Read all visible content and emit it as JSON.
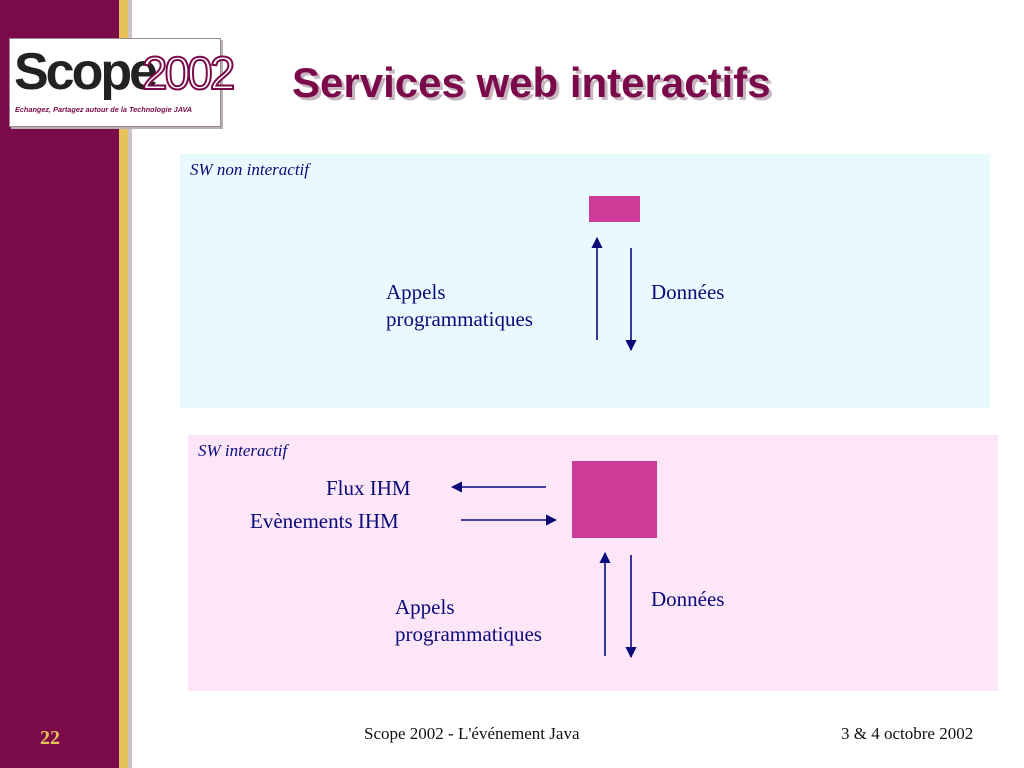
{
  "slide": {
    "title": "Services web interactifs",
    "logo": {
      "word": "Scope",
      "year": "2002",
      "tagline": "Echangez, Partagez autour de la Technologie JAVA"
    }
  },
  "panel_top": {
    "caption": "SW non interactif",
    "appels_line1": "Appels",
    "appels_line2": "programmatiques",
    "donnees": "Données"
  },
  "panel_bottom": {
    "caption": "SW interactif",
    "flux": "Flux IHM",
    "evenements": "Evènements IHM",
    "appels_line1": "Appels",
    "appels_line2": "programmatiques",
    "donnees": "Données"
  },
  "footer": {
    "page_number": "22",
    "event": "Scope 2002 - L'événement Java",
    "dates": "3 & 4 octobre 2002"
  },
  "colors": {
    "brand": "#7a0a4a",
    "gold": "#e6c25a",
    "block": "#cc3b98",
    "text": "#0a0a7a",
    "panel_top_bg": "#e8fafe",
    "panel_bottom_bg": "#fde6f8"
  }
}
